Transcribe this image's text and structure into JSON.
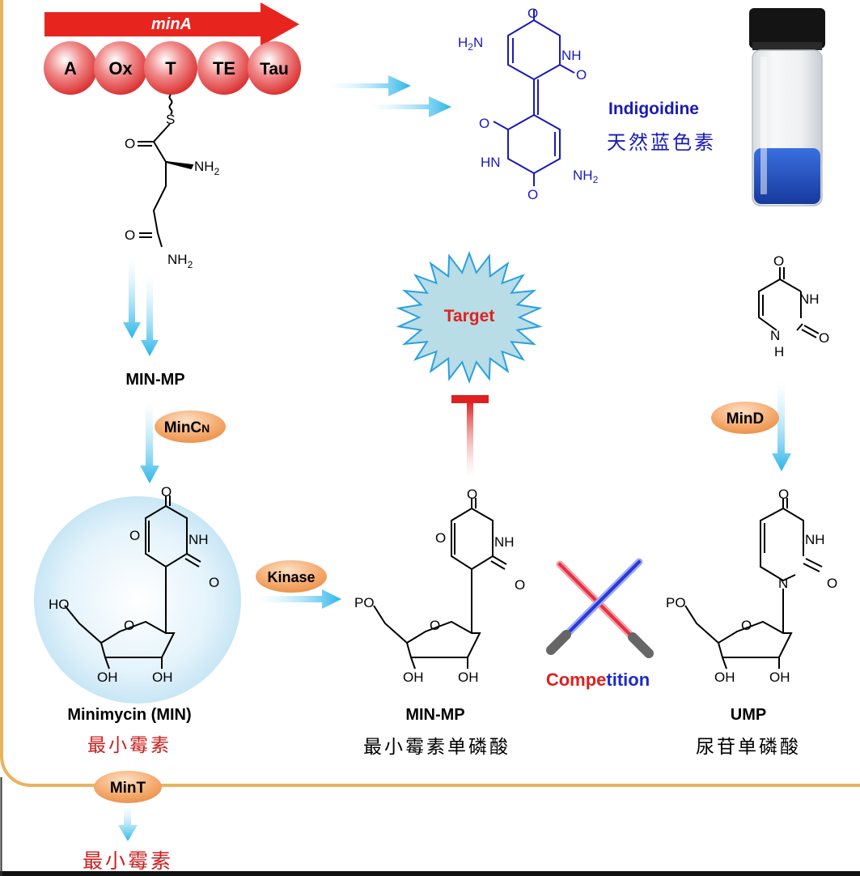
{
  "gene": {
    "name": "minA"
  },
  "domains": [
    "A",
    "Ox",
    "T",
    "TE",
    "Tau"
  ],
  "substrate": {
    "o_top": "O",
    "nh2_alpha": "NH",
    "o_amide": "O",
    "nh2_amide": "NH",
    "s": "S",
    "sub2": "2"
  },
  "indigoidine": {
    "name_en": "Indigoidine",
    "name_cn": "天然蓝色素"
  },
  "uracil": {
    "o_top": "O",
    "nh": "NH",
    "o_right": "O",
    "h": "H"
  },
  "target": {
    "label": "Target"
  },
  "enzymes": {
    "mincn_main": "MinC",
    "mincn_sub": "N",
    "kinase": "Kinase",
    "mind": "MinD",
    "mint": "MinT"
  },
  "min_struct": {
    "o_top": "O",
    "o_ring": "O",
    "nh": "NH",
    "o_right": "O",
    "ho": "HO",
    "oh1": "OH",
    "oh2": "OH",
    "o_sugar": "O"
  },
  "minmp_struct": {
    "o_top": "O",
    "o_ring": "O",
    "nh": "NH",
    "o_right": "O",
    "po": "PO",
    "oh1": "OH",
    "oh2": "OH",
    "o_sugar": "O"
  },
  "ump_struct": {
    "o_top": "O",
    "nh": "NH",
    "n": "N",
    "o_right": "O",
    "po": "PO",
    "oh1": "OH",
    "oh2": "OH",
    "o_sugar": "O"
  },
  "labels": {
    "minmp_top": "MIN-MP",
    "minimycin": "Minimycin (MIN)",
    "minimycin_cn": "最小霉素",
    "minmp": "MIN-MP",
    "minmp_cn": "最小霉素单磷酸",
    "ump": "UMP",
    "ump_cn": "尿苷单磷酸",
    "bottom_cn": "最小霉素",
    "competition_red": "Compe",
    "competition_blue": "tition"
  },
  "colors": {
    "arrow_cyan": "#29b6e8",
    "domain_red": "#e53b3b",
    "enzyme_orange": "#f2a365",
    "indigo_blue": "#1a1ab8",
    "inhibit_red": "#e02020",
    "frame_orange": "#e9b35e",
    "starburst_fill": "#b8dde6",
    "starburst_stroke": "#2aa0e0"
  }
}
